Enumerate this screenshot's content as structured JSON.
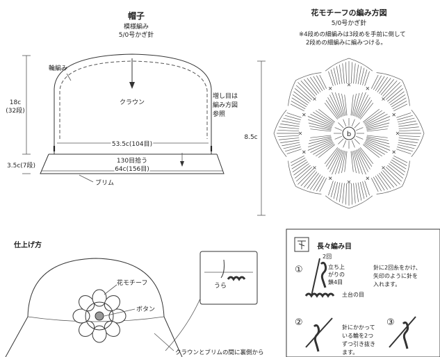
{
  "hat": {
    "title": "帽子",
    "pattern": "模様編み",
    "hook": "5/0号かぎ針",
    "ring_label": "輪編み",
    "crown_label": "クラウン",
    "increase_note": [
      "増し目は",
      "編み方図",
      "参照"
    ],
    "height_crown": "18c",
    "height_crown_rows": "(32段)",
    "height_brim": "3.5c(7段)",
    "width_crown": "53.5c(104目)",
    "pickup": "130目拾う",
    "width_brim": "64c(156目)",
    "brim_label": "ブリム"
  },
  "motif": {
    "title": "花モチーフの編み方図",
    "hook": "5/0号かぎ針",
    "note_line1": "※4段めの細編みは3段めを手前に倒して",
    "note_line2": "2段めの細編みに編みつける。",
    "size": "8.5c",
    "center_label": "b"
  },
  "finish": {
    "title": "仕上げ方",
    "motif_label": "花モチーフ",
    "button_label": "ボタン",
    "bottom_note": "クラウンとブリムの間に裏側から",
    "detail_label": "うら"
  },
  "legend": {
    "title": "長々編み目",
    "step1_num": "①",
    "step1_side_labels": [
      "立ち上",
      "がりの",
      "鎖4目"
    ],
    "step1_top": "2回",
    "step1_text": [
      "針に2回糸をかけ、",
      "矢印のように針を",
      "入れます。"
    ],
    "step1_base": "土台の目",
    "step2_num": "②",
    "step2_text": [
      "針にかかって",
      "いる輪を2つ",
      "ずつ引き抜き",
      "ます。"
    ],
    "step3_num": "③"
  }
}
